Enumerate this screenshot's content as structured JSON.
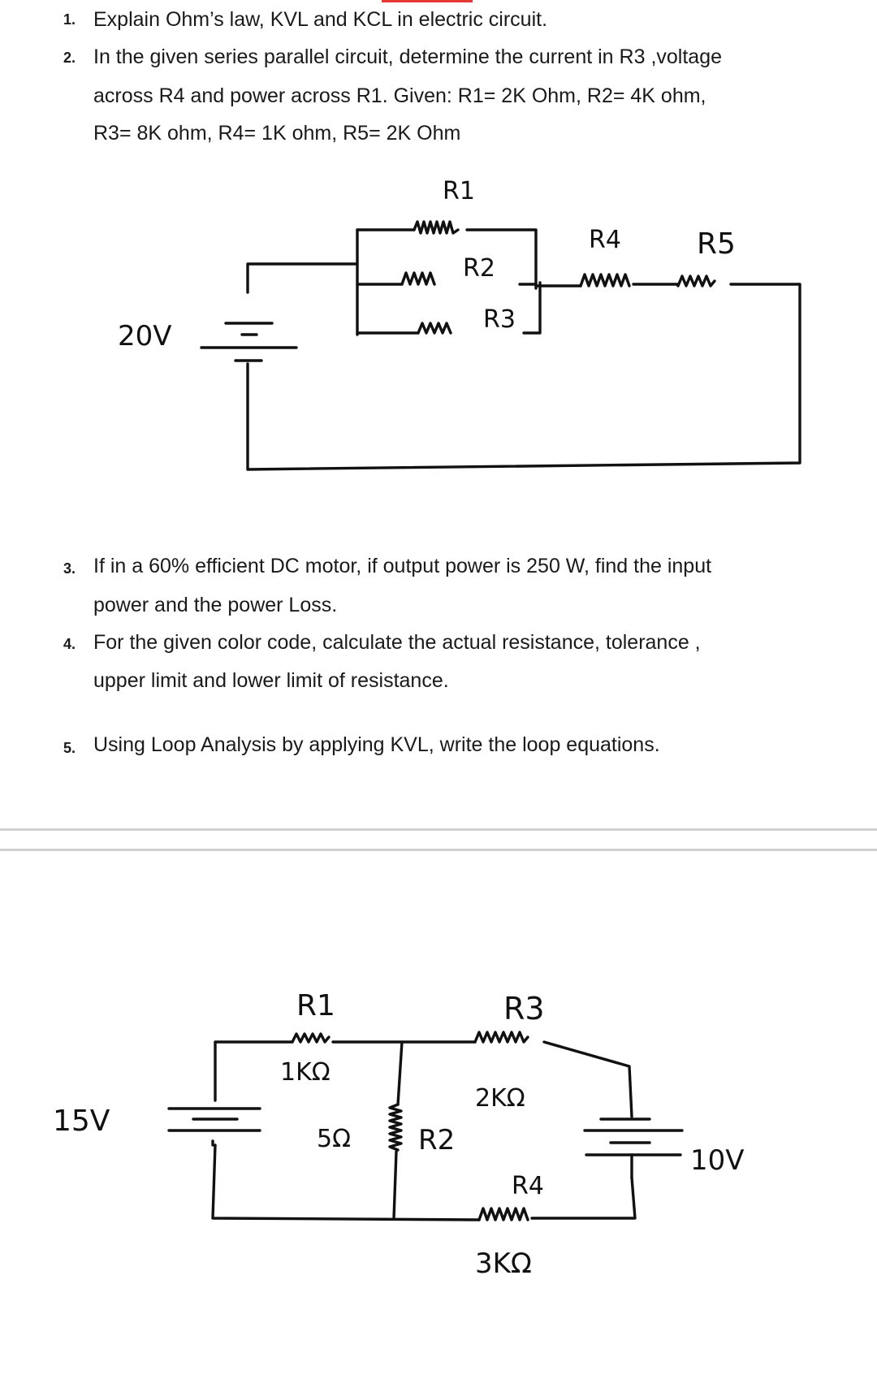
{
  "questions": [
    {
      "number": "1.",
      "lines": [
        "Explain Ohm’s law, KVL and KCL in electric circuit."
      ]
    },
    {
      "number": "2.",
      "lines": [
        "In the given series parallel circuit, determine the current in R3 ,voltage",
        "across R4 and power across R1. Given: R1= 2K Ohm, R2= 4K ohm,",
        "R3= 8K ohm, R4= 1K ohm, R5= 2K Ohm"
      ]
    },
    {
      "number": "3.",
      "lines": [
        "If in a 60% efficient DC motor, if output power is 250 W, find the input",
        "power and the power Loss."
      ]
    },
    {
      "number": "4.",
      "lines": [
        "For the given color code, calculate the actual resistance, tolerance ,",
        "upper limit and lower limit of resistance."
      ]
    },
    {
      "number": "5.",
      "lines": [
        "Using Loop Analysis by applying KVL, write the loop equations."
      ]
    }
  ],
  "circuit1": {
    "source": "20V",
    "r1": "R1",
    "r2": "R2",
    "r3": "R3",
    "r4": "R4",
    "r5": "R5"
  },
  "circuit2": {
    "source_left": "15V",
    "source_right": "10V",
    "r1": "R1",
    "r1_value": "1KΩ",
    "r2": "R2",
    "r2_value": "5Ω",
    "r3": "R3",
    "r3_value": "2KΩ",
    "r4": "R4",
    "r4_value": "3KΩ"
  },
  "colors": {
    "text": "#1a1a1a",
    "red_mark": "#e53935",
    "separator": "#d0d0d0"
  }
}
